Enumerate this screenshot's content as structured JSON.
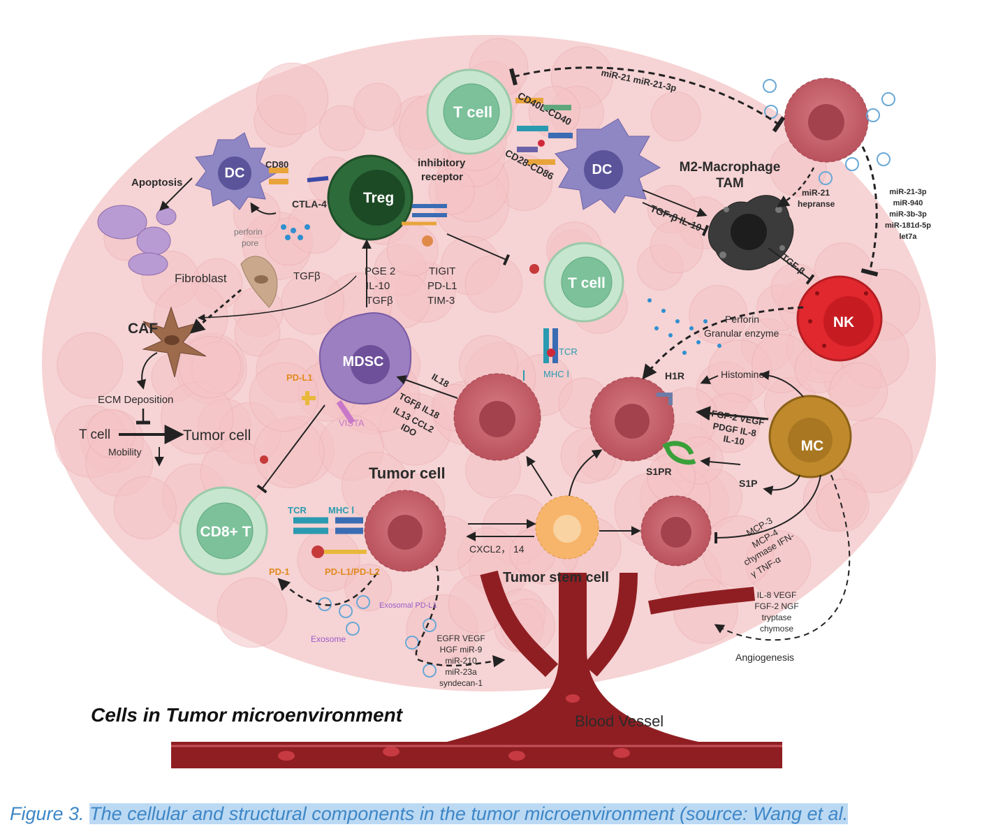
{
  "title": "Cells in Tumor microenvironment",
  "caption": {
    "figure_label": "Figure 3.",
    "text": "The cellular and structural components in the tumor microenvironment (source: Wang et al."
  },
  "cells": {
    "t_cell_top": "T cell",
    "dc_left": "DC",
    "dc_right": "DC",
    "treg": "Treg",
    "t_cell_mid": "T cell",
    "m2": "M2-Macrophage",
    "tam": "TAM",
    "nk": "NK",
    "mdsc": "MDSC",
    "mc": "MC",
    "cd8": "CD8+ T",
    "caf": "CAF",
    "fibroblast": "Fibroblast",
    "tumor_cell_heading": "Tumor cell",
    "tumor_stem_cell": "Tumor stem cell",
    "blood_vessel": "Blood Vessel"
  },
  "labels": {
    "apoptosis": "Apoptosis",
    "cd80": "CD80",
    "ctla4": "CTLA-4",
    "perforin": "perforin",
    "pore": "pore",
    "inhibitory": "inhibitory",
    "receptor": "receptor",
    "cd40l_cd40": "CD40L-CD40",
    "cd28_cd86": "CD28-CD86",
    "mir21_top": "miR-21 miR-21-3p",
    "tgfb_il10": "TGF-β IL-10",
    "tgfb_nk": "TGF-β",
    "mir21": "miR-21",
    "heparanse": "hepranse",
    "mir_list": [
      "miR-21-3p",
      "miR-940",
      "miR-3b-3p",
      "miR-181d-5p",
      "let7a"
    ],
    "tgfb_caf": "TGFβ",
    "pge2": "PGE 2",
    "il10": "IL-10",
    "tgfb_mdsc": "TGFβ",
    "tigit": "TIGIT",
    "pdl1": "PD-L1",
    "tim3": "TIM-3",
    "tcr_mid": "TCR",
    "mhc_mid": "MHC Ⅰ",
    "perforin2": "Perforin",
    "granular": "Granular enzyme",
    "h1r": "H1R",
    "histomine": "Histomine",
    "fgf_line1": "FGF-2 VEGF",
    "fgf_line2": "PDGF IL-8",
    "fgf_line3": "IL-10",
    "s1pr": "S1PR",
    "s1p": "S1P",
    "mcp_line1": "MCP-3",
    "mcp_line2": "MCP-4",
    "mcp_line3": "chymase IFN-",
    "mcp_line4": "γ TNF-α",
    "il8_list": [
      "IL-8 VEGF",
      "FGF-2 NGF",
      "tryptase",
      "chymose"
    ],
    "angiogenesis": "Angiogenesis",
    "il18": "IL18",
    "tgfb_il18": "TGFβ IL18",
    "il13_ccl2": "IL13 CCL2",
    "ido": "IDO",
    "pdl1_mdsc": "PD-L1",
    "vista": "VISTA",
    "ecm": "ECM Deposition",
    "t_cell_left": "T cell",
    "tumor_cell_left": "Tumor cell",
    "mobility": "Mobility",
    "tcr_low": "TCR",
    "mhc_low": "MHC Ⅰ",
    "pd1": "PD-1",
    "pdl1_pdl2": "PD-L1/PD-L2",
    "exosomal": "Exosomal PD-L1",
    "exosome": "Exosome",
    "cxcl": "CXCL2， 14",
    "egfr_list": [
      "EGFR VEGF",
      "HGF miR-9",
      "miR-210",
      "miR-23a",
      "syndecan-1"
    ]
  },
  "colors": {
    "background_cell": "#f4c4c6",
    "tumor_cell": "#c9616b",
    "t_cell": "#7cc19a",
    "dc": "#8f86c4",
    "treg": "#2e6b3a",
    "mdsc": "#9b7fc0",
    "nk": "#e0282e",
    "mc": "#c08a2c",
    "tam": "#3b3b3b",
    "vessel": "#8f1e22",
    "caption": "#3d86c6"
  }
}
